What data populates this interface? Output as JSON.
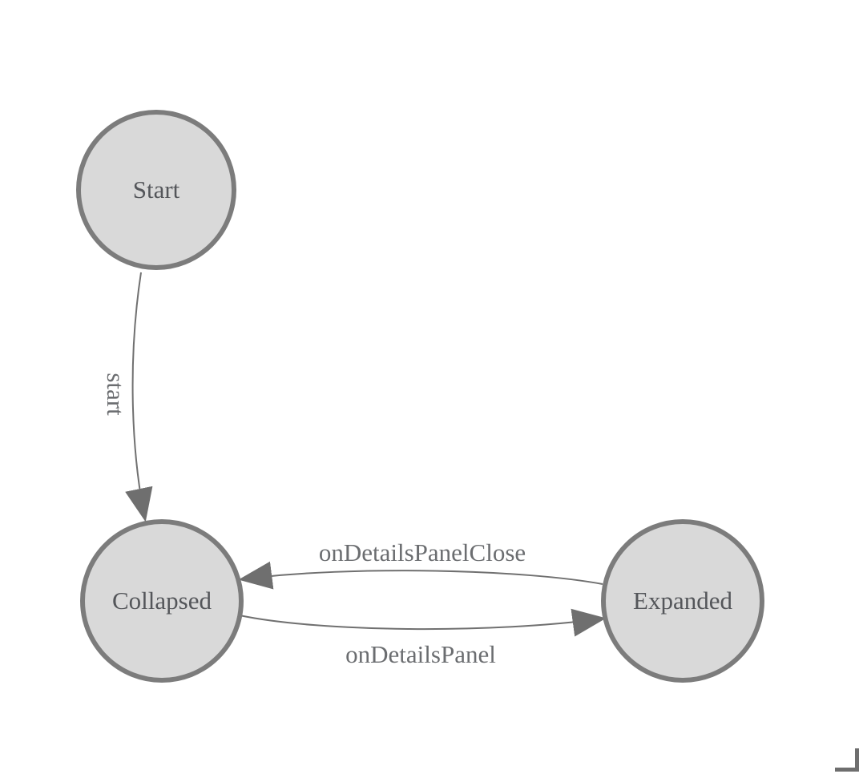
{
  "diagram": {
    "kind": "state-machine",
    "nodes": [
      {
        "id": "start",
        "label": "Start"
      },
      {
        "id": "collapsed",
        "label": "Collapsed"
      },
      {
        "id": "expanded",
        "label": "Expanded"
      }
    ],
    "edges": [
      {
        "from": "Start",
        "to": "Collapsed",
        "label": "start"
      },
      {
        "from": "Collapsed",
        "to": "Expanded",
        "label": "onDetailsPanel"
      },
      {
        "from": "Expanded",
        "to": "Collapsed",
        "label": "onDetailsPanelClose"
      }
    ],
    "colors": {
      "background": "#ffffff",
      "node_fill": "#d9d9d9",
      "node_stroke": "#7c7c7c",
      "node_text": "#54565a",
      "edge_stroke": "#707070",
      "edge_label_text": "#6b6d70",
      "arrow_fill": "#6f6f6f",
      "corner_mark": "#6e6e6e"
    }
  }
}
